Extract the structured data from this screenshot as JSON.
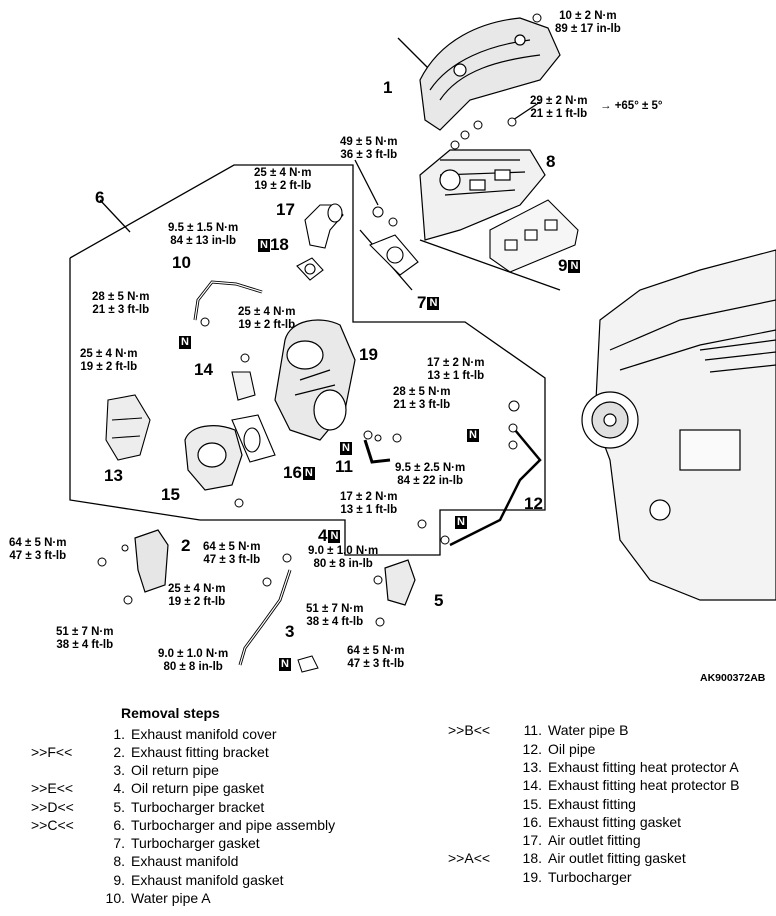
{
  "diagram": {
    "figure_code": "AK900372AB",
    "torques": [
      {
        "id": "t1",
        "text": "10 ± 2 N·m\n89 ± 17 in-lb"
      },
      {
        "id": "t2",
        "text": "29 ± 2 N·m\n21 ± 1 ft-lb"
      },
      {
        "id": "t2b",
        "text": "→ +65° ± 5°"
      },
      {
        "id": "t3",
        "text": "49 ± 5 N·m\n36 ± 3 ft-lb"
      },
      {
        "id": "t4",
        "text": "25 ± 4 N·m\n19 ± 2 ft-lb"
      },
      {
        "id": "t5",
        "text": "9.5 ± 1.5 N·m\n84 ± 13 in-lb"
      },
      {
        "id": "t6",
        "text": "28 ± 5 N·m\n21 ± 3 ft-lb"
      },
      {
        "id": "t7",
        "text": "25 ± 4 N·m\n19 ± 2 ft-lb"
      },
      {
        "id": "t8",
        "text": "25 ± 4 N·m\n19 ± 2 ft-lb"
      },
      {
        "id": "t9",
        "text": "17 ± 2 N·m\n13 ± 1 ft-lb"
      },
      {
        "id": "t10",
        "text": "28 ± 5 N·m\n21 ± 3 ft-lb"
      },
      {
        "id": "t11",
        "text": "9.5 ± 2.5 N·m\n84 ± 22 in-lb"
      },
      {
        "id": "t12",
        "text": "17 ± 2 N·m\n13 ± 1 ft-lb"
      },
      {
        "id": "t13",
        "text": "64 ± 5 N·m\n47 ± 3 ft-lb"
      },
      {
        "id": "t14",
        "text": "64 ± 5 N·m\n47 ± 3 ft-lb"
      },
      {
        "id": "t15",
        "text": "9.0 ± 1.0 N·m\n80 ± 8 in-lb"
      },
      {
        "id": "t16",
        "text": "25 ± 4 N·m\n19 ± 2 ft-lb"
      },
      {
        "id": "t17",
        "text": "51 ± 7 N·m\n38 ± 4 ft-lb"
      },
      {
        "id": "t18",
        "text": "51 ± 7 N·m\n38 ± 4 ft-lb"
      },
      {
        "id": "t19",
        "text": "64 ± 5 N·m\n47 ± 3 ft-lb"
      },
      {
        "id": "t20",
        "text": "9.0 ± 1.0 N·m\n80 ± 8 in-lb"
      }
    ],
    "part_numbers": [
      {
        "id": "p1",
        "text": "1",
        "new": false
      },
      {
        "id": "p2",
        "text": "2",
        "new": false
      },
      {
        "id": "p3",
        "text": "3",
        "new": false
      },
      {
        "id": "p4",
        "text": "4",
        "new": true
      },
      {
        "id": "p5",
        "text": "5",
        "new": false
      },
      {
        "id": "p6",
        "text": "6",
        "new": false
      },
      {
        "id": "p7",
        "text": "7",
        "new": true
      },
      {
        "id": "p8",
        "text": "8",
        "new": false
      },
      {
        "id": "p9",
        "text": "9",
        "new": true
      },
      {
        "id": "p10",
        "text": "10",
        "new": false
      },
      {
        "id": "p11",
        "text": "11",
        "new": false
      },
      {
        "id": "p12",
        "text": "12",
        "new": false
      },
      {
        "id": "p13",
        "text": "13",
        "new": false
      },
      {
        "id": "p14",
        "text": "14",
        "new": false
      },
      {
        "id": "p15",
        "text": "15",
        "new": false
      },
      {
        "id": "p16",
        "text": "16",
        "new": true
      },
      {
        "id": "p17",
        "text": "17",
        "new": false
      },
      {
        "id": "p18",
        "text": "18",
        "new": true
      },
      {
        "id": "p19",
        "text": "19",
        "new": false
      }
    ],
    "new_part_marker": "N"
  },
  "removal": {
    "title": "Removal steps",
    "steps": [
      {
        "marker": "",
        "num": "1.",
        "label": "Exhaust manifold cover"
      },
      {
        "marker": ">>F<<",
        "num": "2.",
        "label": "Exhaust fitting bracket"
      },
      {
        "marker": "",
        "num": "3.",
        "label": "Oil return pipe"
      },
      {
        "marker": ">>E<<",
        "num": "4.",
        "label": "Oil return pipe gasket"
      },
      {
        "marker": ">>D<<",
        "num": "5.",
        "label": "Turbocharger bracket"
      },
      {
        "marker": ">>C<<",
        "num": "6.",
        "label": "Turbocharger and pipe assembly"
      },
      {
        "marker": "",
        "num": "7.",
        "label": "Turbocharger gasket"
      },
      {
        "marker": "",
        "num": "8.",
        "label": "Exhaust manifold"
      },
      {
        "marker": "",
        "num": "9.",
        "label": "Exhaust manifold gasket"
      },
      {
        "marker": "",
        "num": "10.",
        "label": "Water pipe A"
      },
      {
        "marker": ">>B<<",
        "num": "11.",
        "label": "Water pipe B"
      },
      {
        "marker": "",
        "num": "12.",
        "label": "Oil pipe"
      },
      {
        "marker": "",
        "num": "13.",
        "label": "Exhaust fitting heat protector A"
      },
      {
        "marker": "",
        "num": "14.",
        "label": "Exhaust fitting heat protector B"
      },
      {
        "marker": "",
        "num": "15.",
        "label": "Exhaust fitting"
      },
      {
        "marker": "",
        "num": "16.",
        "label": "Exhaust fitting gasket"
      },
      {
        "marker": "",
        "num": "17.",
        "label": "Air outlet fitting"
      },
      {
        "marker": ">>A<<",
        "num": "18.",
        "label": "Air outlet fitting gasket"
      },
      {
        "marker": "",
        "num": "19.",
        "label": "Turbocharger"
      }
    ]
  }
}
